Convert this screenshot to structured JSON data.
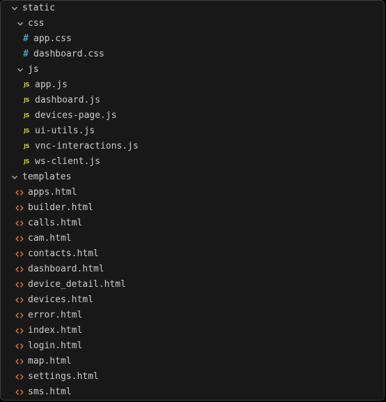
{
  "explorer": {
    "tree": [
      {
        "kind": "folder",
        "label": "static",
        "depth": 0
      },
      {
        "kind": "folder",
        "label": "css",
        "depth": 1
      },
      {
        "kind": "css",
        "label": "app.css",
        "depth": 2
      },
      {
        "kind": "css",
        "label": "dashboard.css",
        "depth": 2
      },
      {
        "kind": "folder",
        "label": "js",
        "depth": 1
      },
      {
        "kind": "js",
        "label": "app.js",
        "depth": 2
      },
      {
        "kind": "js",
        "label": "dashboard.js",
        "depth": 2
      },
      {
        "kind": "js",
        "label": "devices-page.js",
        "depth": 2
      },
      {
        "kind": "js",
        "label": "ui-utils.js",
        "depth": 2
      },
      {
        "kind": "js",
        "label": "vnc-interactions.js",
        "depth": 2
      },
      {
        "kind": "js",
        "label": "ws-client.js",
        "depth": 2
      },
      {
        "kind": "folder",
        "label": "templates",
        "depth": 0
      },
      {
        "kind": "html",
        "label": "apps.html",
        "depth": 1
      },
      {
        "kind": "html",
        "label": "builder.html",
        "depth": 1
      },
      {
        "kind": "html",
        "label": "calls.html",
        "depth": 1
      },
      {
        "kind": "html",
        "label": "cam.html",
        "depth": 1
      },
      {
        "kind": "html",
        "label": "contacts.html",
        "depth": 1
      },
      {
        "kind": "html",
        "label": "dashboard.html",
        "depth": 1
      },
      {
        "kind": "html",
        "label": "device_detail.html",
        "depth": 1
      },
      {
        "kind": "html",
        "label": "devices.html",
        "depth": 1
      },
      {
        "kind": "html",
        "label": "error.html",
        "depth": 1
      },
      {
        "kind": "html",
        "label": "index.html",
        "depth": 1
      },
      {
        "kind": "html",
        "label": "login.html",
        "depth": 1
      },
      {
        "kind": "html",
        "label": "map.html",
        "depth": 1
      },
      {
        "kind": "html",
        "label": "settings.html",
        "depth": 1
      },
      {
        "kind": "html",
        "label": "sms.html",
        "depth": 1
      }
    ],
    "icons": {
      "folder": "chevron-down-icon",
      "css": "css-hash-icon",
      "js": "js-file-icon",
      "html": "html-brackets-icon"
    },
    "js_badge": "JS",
    "css_badge": "#",
    "colors": {
      "background": "#181818",
      "text": "#cccccc",
      "css_icon": "#519aba",
      "js_icon": "#cbcb41",
      "html_icon": "#e37933",
      "chevron": "#c5c5c5"
    }
  }
}
